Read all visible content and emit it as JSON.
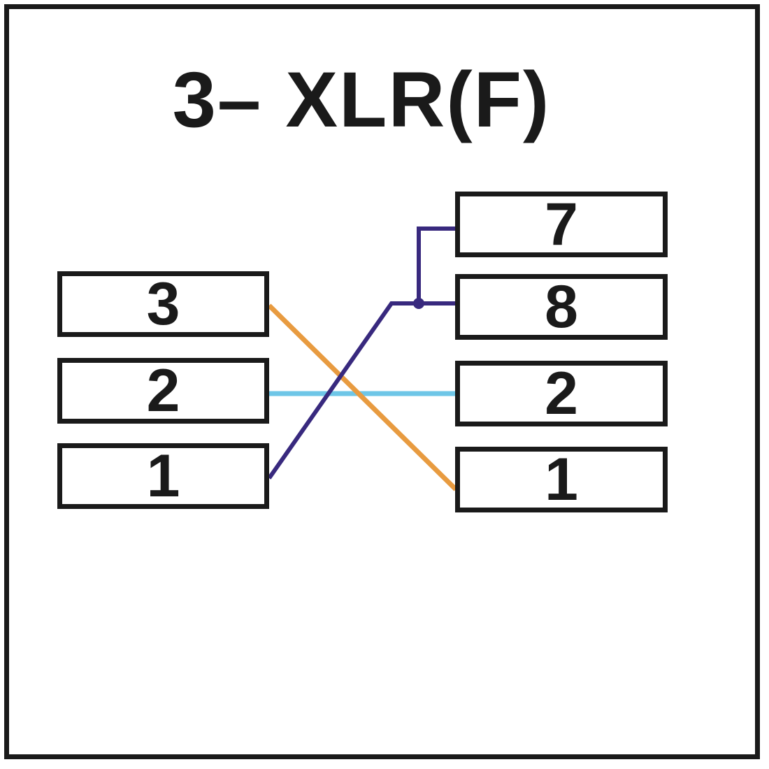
{
  "title": "3– XLR(F)",
  "colors": {
    "wire_orange": "#E89B40",
    "wire_blue": "#6EC6E7",
    "wire_purple": "#38297E",
    "box_border": "#1A1A1A",
    "background": "#FFFFFF"
  },
  "left_connector": {
    "pins": [
      {
        "label": "3"
      },
      {
        "label": "2"
      },
      {
        "label": "1"
      }
    ]
  },
  "right_connector": {
    "pins": [
      {
        "label": "7"
      },
      {
        "label": "8"
      },
      {
        "label": "2"
      },
      {
        "label": "1"
      }
    ]
  },
  "connections": [
    {
      "from_left_pin": "3",
      "to_right_pin": "1",
      "color_name": "orange"
    },
    {
      "from_left_pin": "2",
      "to_right_pin": "2",
      "color_name": "blue"
    },
    {
      "from_left_pin": "1",
      "to_right_pin": "7",
      "color_name": "purple"
    },
    {
      "from_left_pin": "1",
      "to_right_pin": "8",
      "color_name": "purple"
    }
  ]
}
